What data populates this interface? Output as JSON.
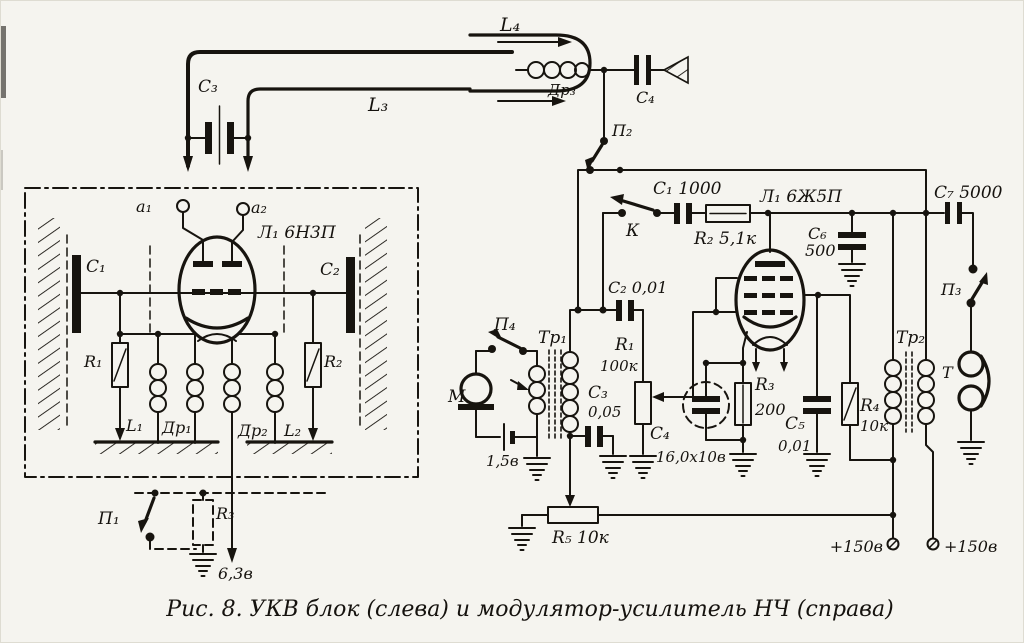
{
  "figure": {
    "caption": "Рис. 8. УКВ блок (слева) и модулятор-усилитель НЧ (справа)"
  },
  "colors": {
    "ink": "#17140f",
    "paper": "#f5f4ef"
  },
  "feeder": {
    "l4": "L₄",
    "l3": "L₃",
    "c3": "C₃",
    "dr3": "Др₃",
    "c4": "C₄",
    "p2": "П₂"
  },
  "ukv": {
    "a1": "a₁",
    "a2": "a₂",
    "tube": "Л₁ 6Н3П",
    "c1": "C₁",
    "c2": "C₂",
    "r1": "R₁",
    "r2": "R₂",
    "l1": "L₁",
    "dr1": "Др₁",
    "dr2": "Др₂",
    "l2": "L₂",
    "p1": "П₁",
    "r3": "R₃",
    "heater": "6,3в"
  },
  "mod": {
    "key": "К",
    "c1": "C₁ 1000",
    "r2": "R₂ 5,1к",
    "tube": "Л₁ 6Ж5П",
    "c6": "C₆",
    "c6_val": "500",
    "c7": "C₇ 5000",
    "p3": "П₃",
    "t": "Т",
    "tr2": "Тр₂",
    "c2": "C₂ 0,01",
    "r1": "R₁",
    "r1_val": "100к",
    "c3": "C₃",
    "c3_val": "0,05",
    "c4": "C₄",
    "c4_val": "16,0x10в",
    "r3": "R₃",
    "r3_val": "200",
    "c5": "C₅",
    "c5_val": "0,01",
    "r4": "R₄",
    "r4_val": "10к",
    "p4": "П₄",
    "tr1": "Тр₁",
    "mic": "М",
    "bat": "1,5в",
    "r5": "R₅ 10к",
    "b_plus_left": "+150в",
    "b_plus_right": "+150в"
  }
}
